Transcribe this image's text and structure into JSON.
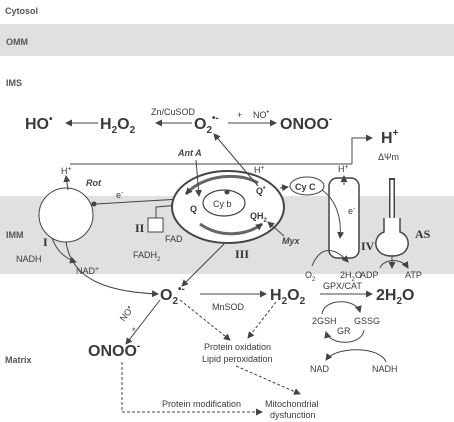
{
  "compartments": {
    "cytosol": "Cytosol",
    "omm": "OMM",
    "ims": "IMS",
    "imm": "IMM",
    "matrix": "Matrix"
  },
  "colors": {
    "membrane_band": "#e0e0e0",
    "arrow": "#444444",
    "text": "#3a3a3a"
  },
  "ims_chemistry": {
    "hydroxyl": "HO",
    "h2o2": "H",
    "h2o2_sub": "2",
    "h2o2_o": "O",
    "h2o2_sub2": "2",
    "sod": "Zn/CuSOD",
    "superoxide": "O",
    "superoxide_sub": "2",
    "superoxide_charge": "•-",
    "plus": "+",
    "no": "NO",
    "no_charge": "•",
    "peroxynitrite": "ONOO",
    "peroxynitrite_charge": "-",
    "proton": "H",
    "proton_charge": "+",
    "membrane_potential": "ΔΨm",
    "radical_dot": "•"
  },
  "complexes": {
    "c1": "I",
    "c2": "II",
    "c3": "III",
    "c4": "IV",
    "atp_synthase": "AS",
    "cyt_b": "Cy b",
    "cyt_c": "Cy C",
    "q": "Q",
    "q_radical": "Q",
    "qh2": "QH",
    "qh2_sub": "2",
    "fad": "FAD",
    "fadh2": "FADH",
    "fadh2_sub": "2",
    "nadh": "NADH",
    "nad": "NAD",
    "nad_plus": "+",
    "electron": "e",
    "electron_charge": "-",
    "h_plus": "H",
    "h_plus_charge": "+",
    "o2": "O",
    "o2_sub": "2",
    "water": "2H",
    "water_sub": "2",
    "water_o": "O",
    "adp": "ADP",
    "atp": "ATP"
  },
  "inhibitors": {
    "rot": "Rot",
    "ant_a": "Ant A",
    "myx": "Myx"
  },
  "matrix_chemistry": {
    "superoxide": "O",
    "superoxide_sub": "2",
    "superoxide_charge": "•-",
    "mnsod": "MnSOD",
    "h2o2": "H",
    "h2o2_sub": "2",
    "h2o2_o": "O",
    "h2o2_sub2": "2",
    "gpx_cat": "GPX/CAT",
    "water": "2H",
    "water_sub": "2",
    "water_o": "O",
    "gsh": "2GSH",
    "gssg": "GSSG",
    "gr": "GR",
    "nad": "NAD",
    "nadh": "NADH",
    "no": "NO",
    "no_charge": "•",
    "star": "*",
    "peroxynitrite": "ONOO",
    "peroxynitrite_charge": "-",
    "protein_oxidation": "Protein oxidation",
    "lipid_peroxidation": "Lipid peroxidation",
    "protein_modification": "Protein modification",
    "mito_dysfunction_1": "Mitochondrial",
    "mito_dysfunction_2": "dysfunction"
  }
}
